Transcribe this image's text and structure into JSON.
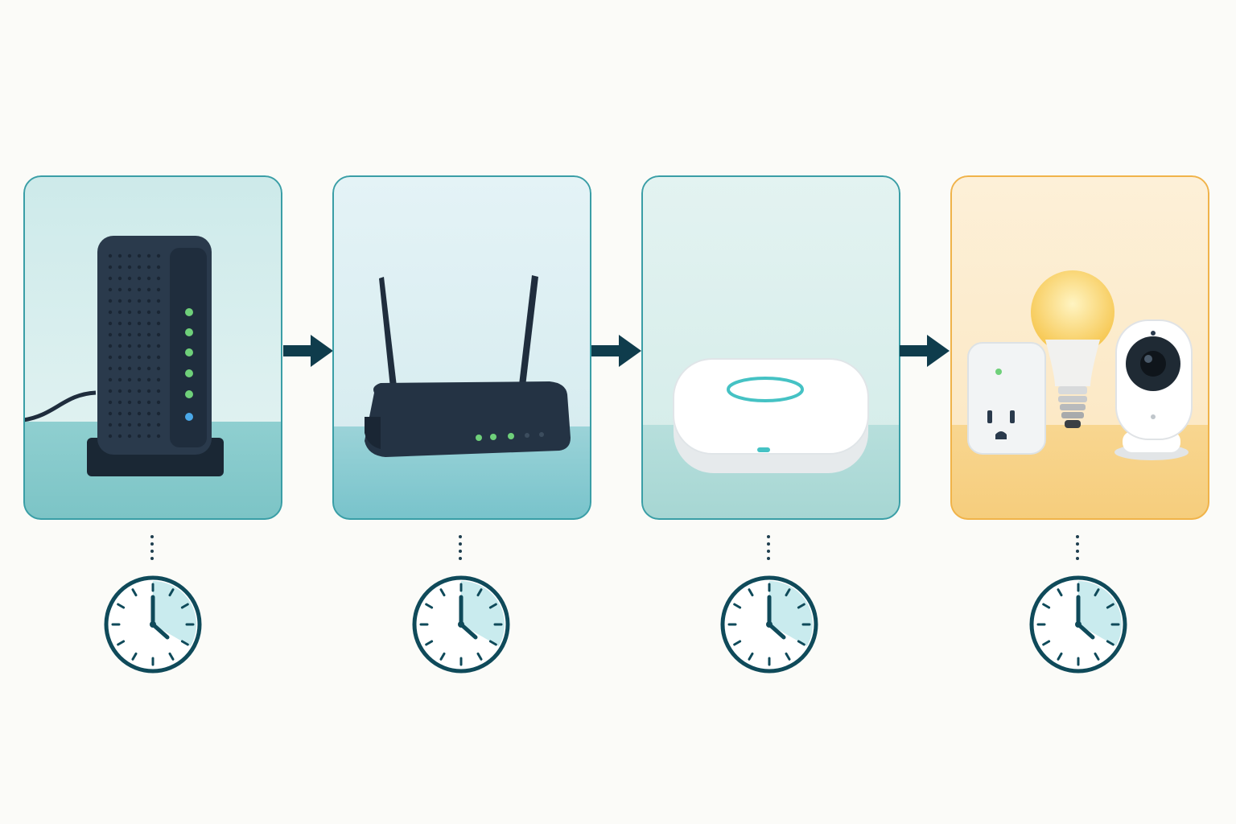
{
  "colors": {
    "navy": "#1f2d3d",
    "teal_dark": "#0f4a5a",
    "teal_border": "#3a9ea6",
    "amber_border": "#f0b34a",
    "led_green": "#6fd07a",
    "led_blue": "#4aa8e8",
    "clock_fill": "#c9ebee",
    "bulb_glow": "#f8d46a"
  },
  "steps": [
    {
      "device": "modem",
      "icon": "modem-icon",
      "theme": "teal",
      "clock_minutes": 0
    },
    {
      "device": "router",
      "icon": "router-icon",
      "theme": "teal",
      "clock_minutes": 0
    },
    {
      "device": "smart-hub",
      "icon": "smart-hub-icon",
      "theme": "teal",
      "clock_minutes": 0
    },
    {
      "device": "smart-devices",
      "icon": "smart-devices-icon",
      "theme": "amber",
      "clock_minutes": 0
    }
  ],
  "flow_arrows": [
    {
      "from": "modem",
      "to": "router"
    },
    {
      "from": "router",
      "to": "smart-hub"
    },
    {
      "from": "smart-hub",
      "to": "smart-devices"
    }
  ]
}
